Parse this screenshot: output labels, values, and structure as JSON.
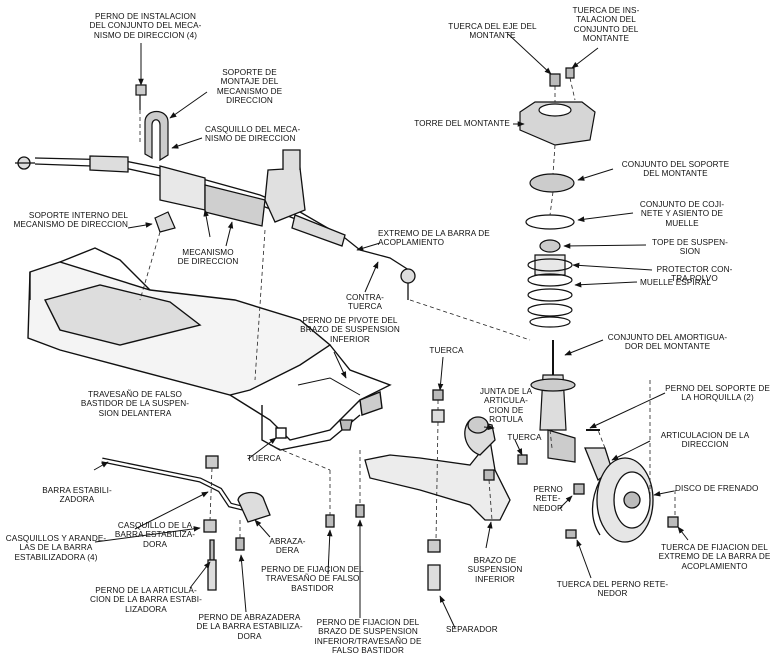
{
  "labels": {
    "perno_instalacion_mecanismo": "PERNO DE INSTALACION\nDEL CONJUNTO DEL MECA-\nNISMO DE DIRECCION (4)",
    "soporte_montaje": "SOPORTE DE\nMONTAJE DEL\nMECANISMO DE\nDIRECCION",
    "casquillo_mecanismo": "CASQUILLO DEL MECA-\nNISMO DE DIRECCION",
    "soporte_interno": "SOPORTE INTERNO DEL\nMECANISMO DE DIRECCION",
    "mecanismo_direccion": "MECANISMO\nDE DIRECCION",
    "extremo_barra": "EXTREMO DE LA BARRA DE\nACOPLAMIENTO",
    "contratuerca": "CONTRA-\nTUERCA",
    "tuerca_eje_montante": "TUERCA DEL EJE DEL\nMONTANTE",
    "tuerca_instalacion_montante": "TUERCA DE INS-\nTALACION DEL\nCONJUNTO DEL\nMONTANTE",
    "torre_montante": "TORRE DEL MONTANTE",
    "conjunto_soporte_montante": "CONJUNTO DEL SOPORTE\nDEL MONTANTE",
    "conjunto_cojinete": "CONJUNTO DE COJI-\nNETE Y ASIENTO DE\nMUELLE",
    "tope_suspension": "TOPE DE SUSPEN-\nSION",
    "protector_polvo": "PROTECTOR CON-\nTRA POLVO",
    "muelle_espiral": "MUELLE ESPIRAL",
    "conjunto_amortiguador": "CONJUNTO DEL AMORTIGUA-\nDOR DEL MONTANTE",
    "perno_pivote": "PERNO DE PIVOTE DEL\nBRAZO DE SUSPENSION\nINFERIOR",
    "tuerca_1": "TUERCA",
    "travesano": "TRAVESAÑO DE FALSO\nBASTIDOR DE LA SUSPEN-\nSION DELANTERA",
    "junta_articulacion": "JUNTA DE LA\nARTICULA-\nCION DE\nROTULA",
    "perno_soporte_horquilla": "PERNO DEL SOPORTE DE\nLA HORQUILLA (2)",
    "articulacion_direccion": "ARTICULACION DE LA\nDIRECCION",
    "tuerca_2": "TUERCA",
    "tuerca_3": "TUERCA",
    "disco_frenado": "DISCO DE FRENADO",
    "barra_estabilizadora": "BARRA ESTABILI-\nZADORA",
    "perno_retenedor": "PERNO\nRETE-\nNEDOR",
    "casquillos_arandelas": "CASQUILLOS Y ARANDE-\nLAS DE LA BARRA\nESTABILIZADORA (4)",
    "casquillo_barra": "CASQUILLO DE LA\nBARRA ESTABILIZA-\nDORA",
    "abrazadera": "ABRAZA-\nDERA",
    "perno_fijacion_travesano": "PERNO DE FIJACION DEL\nTRAVESAÑO DE FALSO\nBASTIDOR",
    "brazo_suspension": "BRAZO DE SUSPENSION\nINFERIOR",
    "tuerca_perno_retenedor": "TUERCA DEL PERNO RETE-\nNEDOR",
    "tuerca_fijacion_extremo": "TUERCA DE FIJACION DEL\nEXTREMO DE LA BARRA DE\nACOPLAMIENTO",
    "perno_articulacion_barra": "PERNO DE LA ARTICULA-\nCION DE LA BARRA ESTABI-\nLIZADORA",
    "perno_abrazadera": "PERNO DE ABRAZADERA\nDE LA BARRA ESTABILIZA-\nDORA",
    "perno_fijacion_brazo": "PERNO DE FIJACION DEL\nBRAZO DE SUSPENSION\nINFERIOR/TRAVESAÑO DE\nFALSO BASTIDOR",
    "separador": "SEPARADOR"
  }
}
